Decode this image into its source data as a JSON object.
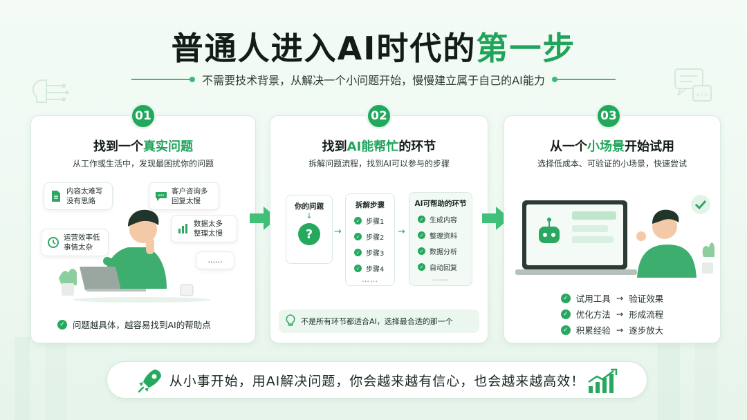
{
  "header": {
    "title_main": "普通人进入AI时代的",
    "title_highlight": "第一步",
    "subtitle": "不需要技术背景，从解决一个小问题开始，慢慢建立属于自己的AI能力"
  },
  "steps": [
    {
      "number": "01",
      "title_pre": "找到一个",
      "title_highlight": "真实问题",
      "title_post": "",
      "desc": "从工作或生活中，发现最困扰你的问题",
      "bubbles": [
        {
          "text": "内容太难写\n没有思路",
          "icon": "document-icon"
        },
        {
          "text": "客户咨询多\n回复太慢",
          "icon": "chat-icon"
        },
        {
          "text": "数据太多\n整理太慢",
          "icon": "bar-chart-icon"
        },
        {
          "text": "运营效率低\n事情太杂",
          "icon": "clock-icon"
        },
        {
          "text": "……",
          "icon": ""
        }
      ],
      "note": "问题越具体，越容易找到AI的帮助点"
    },
    {
      "number": "02",
      "title_pre": "找到",
      "title_highlight": "AI能帮忙",
      "title_post": "的环节",
      "desc": "拆解问题流程，找到AI可以参与的步骤",
      "flow": {
        "problem_label": "你的问题",
        "problem_symbol": "?",
        "breakdown_label": "拆解步骤",
        "breakdown_steps": [
          "步骤1",
          "步骤2",
          "步骤3",
          "步骤4"
        ],
        "ai_label": "AI可帮助的环节",
        "ai_steps": [
          "生成内容",
          "整理资料",
          "数据分析",
          "自动回复"
        ],
        "more": "……"
      },
      "tip": "不是所有环节都适合AI，选择最合适的那一个"
    },
    {
      "number": "03",
      "title_pre": "从一个",
      "title_highlight": "小场景",
      "title_post": "开始试用",
      "desc": "选择低成本、可验证的小场景，快速尝试",
      "trials": [
        {
          "a": "试用工具",
          "b": "验证效果"
        },
        {
          "a": "优化方法",
          "b": "形成流程"
        },
        {
          "a": "积累经验",
          "b": "逐步放大"
        }
      ],
      "arrow_glyph": "→"
    }
  ],
  "footer": {
    "text": "从小事开始，用AI解决问题，你会越来越有信心，也会越来越高效！"
  },
  "colors": {
    "accent": "#1fa45a",
    "accent_light": "#eaf6ee",
    "text": "#141c17"
  }
}
